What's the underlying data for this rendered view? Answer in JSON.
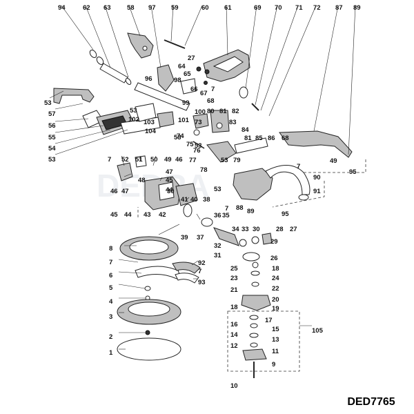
{
  "diagram": {
    "model_code": "DED7765",
    "watermark": "DEDRA",
    "callouts": [
      {
        "id": "c94",
        "text": "94"
      },
      {
        "id": "c62",
        "text": "62"
      },
      {
        "id": "c63",
        "text": "63"
      },
      {
        "id": "c58",
        "text": "58"
      },
      {
        "id": "c97",
        "text": "97"
      },
      {
        "id": "c59",
        "text": "59"
      },
      {
        "id": "c60",
        "text": "60"
      },
      {
        "id": "c61",
        "text": "61"
      },
      {
        "id": "c69",
        "text": "69"
      },
      {
        "id": "c70",
        "text": "70"
      },
      {
        "id": "c71",
        "text": "71"
      },
      {
        "id": "c72",
        "text": "72"
      },
      {
        "id": "c87",
        "text": "87"
      },
      {
        "id": "c89",
        "text": "89"
      },
      {
        "id": "c27a",
        "text": "27"
      },
      {
        "id": "c64",
        "text": "64"
      },
      {
        "id": "c65",
        "text": "65"
      },
      {
        "id": "c96",
        "text": "96"
      },
      {
        "id": "c98",
        "text": "98"
      },
      {
        "id": "c66",
        "text": "66"
      },
      {
        "id": "c67",
        "text": "67"
      },
      {
        "id": "c7a",
        "text": "7"
      },
      {
        "id": "c68a",
        "text": "68"
      },
      {
        "id": "c99",
        "text": "99"
      },
      {
        "id": "c100",
        "text": "100"
      },
      {
        "id": "c53a",
        "text": "53"
      },
      {
        "id": "c57",
        "text": "57"
      },
      {
        "id": "c56",
        "text": "56"
      },
      {
        "id": "c55",
        "text": "55"
      },
      {
        "id": "c54",
        "text": "54"
      },
      {
        "id": "c53b",
        "text": "53"
      },
      {
        "id": "c53c",
        "text": "53"
      },
      {
        "id": "c102",
        "text": "102"
      },
      {
        "id": "c103",
        "text": "103"
      },
      {
        "id": "c104",
        "text": "104"
      },
      {
        "id": "c101",
        "text": "101"
      },
      {
        "id": "c73",
        "text": "73"
      },
      {
        "id": "c53d",
        "text": "53"
      },
      {
        "id": "c74",
        "text": "74"
      },
      {
        "id": "c75",
        "text": "75"
      },
      {
        "id": "c53e",
        "text": "53"
      },
      {
        "id": "c76",
        "text": "76"
      },
      {
        "id": "c77",
        "text": "77"
      },
      {
        "id": "c78",
        "text": "78"
      },
      {
        "id": "c80",
        "text": "80"
      },
      {
        "id": "c81a",
        "text": "81"
      },
      {
        "id": "c82",
        "text": "82"
      },
      {
        "id": "c83",
        "text": "83"
      },
      {
        "id": "c84",
        "text": "84"
      },
      {
        "id": "c81b",
        "text": "81"
      },
      {
        "id": "c85",
        "text": "85"
      },
      {
        "id": "c86",
        "text": "86"
      },
      {
        "id": "c68b",
        "text": "68"
      },
      {
        "id": "c53f",
        "text": "53"
      },
      {
        "id": "c79",
        "text": "79"
      },
      {
        "id": "c7b",
        "text": "7"
      },
      {
        "id": "c49a",
        "text": "49"
      },
      {
        "id": "c95a",
        "text": "95"
      },
      {
        "id": "c7c",
        "text": "7"
      },
      {
        "id": "c52",
        "text": "52"
      },
      {
        "id": "c51",
        "text": "51"
      },
      {
        "id": "c50",
        "text": "50"
      },
      {
        "id": "c49b",
        "text": "49"
      },
      {
        "id": "c46a",
        "text": "46"
      },
      {
        "id": "c47a",
        "text": "47"
      },
      {
        "id": "c48",
        "text": "48"
      },
      {
        "id": "c45a",
        "text": "45"
      },
      {
        "id": "c44a",
        "text": "44"
      },
      {
        "id": "c46b",
        "text": "46"
      },
      {
        "id": "c47b",
        "text": "47"
      },
      {
        "id": "c30a",
        "text": "30"
      },
      {
        "id": "c45b",
        "text": "45"
      },
      {
        "id": "c44b",
        "text": "44"
      },
      {
        "id": "c43",
        "text": "43"
      },
      {
        "id": "c42",
        "text": "42"
      },
      {
        "id": "c41",
        "text": "41"
      },
      {
        "id": "c40",
        "text": "40"
      },
      {
        "id": "c38",
        "text": "38"
      },
      {
        "id": "c39",
        "text": "39"
      },
      {
        "id": "c37",
        "text": "37"
      },
      {
        "id": "c53g",
        "text": "53"
      },
      {
        "id": "c7d",
        "text": "7"
      },
      {
        "id": "c90",
        "text": "90"
      },
      {
        "id": "c91",
        "text": "91"
      },
      {
        "id": "c88",
        "text": "88"
      },
      {
        "id": "c89b",
        "text": "89"
      },
      {
        "id": "c95b",
        "text": "95"
      },
      {
        "id": "c36",
        "text": "36"
      },
      {
        "id": "c35",
        "text": "35"
      },
      {
        "id": "c34",
        "text": "34"
      },
      {
        "id": "c33",
        "text": "33"
      },
      {
        "id": "c30b",
        "text": "30"
      },
      {
        "id": "c28",
        "text": "28"
      },
      {
        "id": "c27b",
        "text": "27"
      },
      {
        "id": "c32",
        "text": "32"
      },
      {
        "id": "c31",
        "text": "31"
      },
      {
        "id": "c29",
        "text": "29"
      },
      {
        "id": "c26",
        "text": "26"
      },
      {
        "id": "c25",
        "text": "25"
      },
      {
        "id": "c18a",
        "text": "18"
      },
      {
        "id": "c23",
        "text": "23"
      },
      {
        "id": "c24",
        "text": "24"
      },
      {
        "id": "c21",
        "text": "21"
      },
      {
        "id": "c22",
        "text": "22"
      },
      {
        "id": "c20",
        "text": "20"
      },
      {
        "id": "c18b",
        "text": "18"
      },
      {
        "id": "c19",
        "text": "19"
      },
      {
        "id": "c17",
        "text": "17"
      },
      {
        "id": "c16",
        "text": "16"
      },
      {
        "id": "c15",
        "text": "15"
      },
      {
        "id": "c105",
        "text": "105"
      },
      {
        "id": "c14",
        "text": "14"
      },
      {
        "id": "c13",
        "text": "13"
      },
      {
        "id": "c12",
        "text": "12"
      },
      {
        "id": "c11",
        "text": "11"
      },
      {
        "id": "c9",
        "text": "9"
      },
      {
        "id": "c10",
        "text": "10"
      },
      {
        "id": "c8",
        "text": "8"
      },
      {
        "id": "c7e",
        "text": "7"
      },
      {
        "id": "c6",
        "text": "6"
      },
      {
        "id": "c5",
        "text": "5"
      },
      {
        "id": "c4",
        "text": "4"
      },
      {
        "id": "c3",
        "text": "3"
      },
      {
        "id": "c2",
        "text": "2"
      },
      {
        "id": "c1",
        "text": "1"
      },
      {
        "id": "c92",
        "text": "92"
      },
      {
        "id": "c7f",
        "text": "7"
      },
      {
        "id": "c93",
        "text": "93"
      }
    ]
  }
}
